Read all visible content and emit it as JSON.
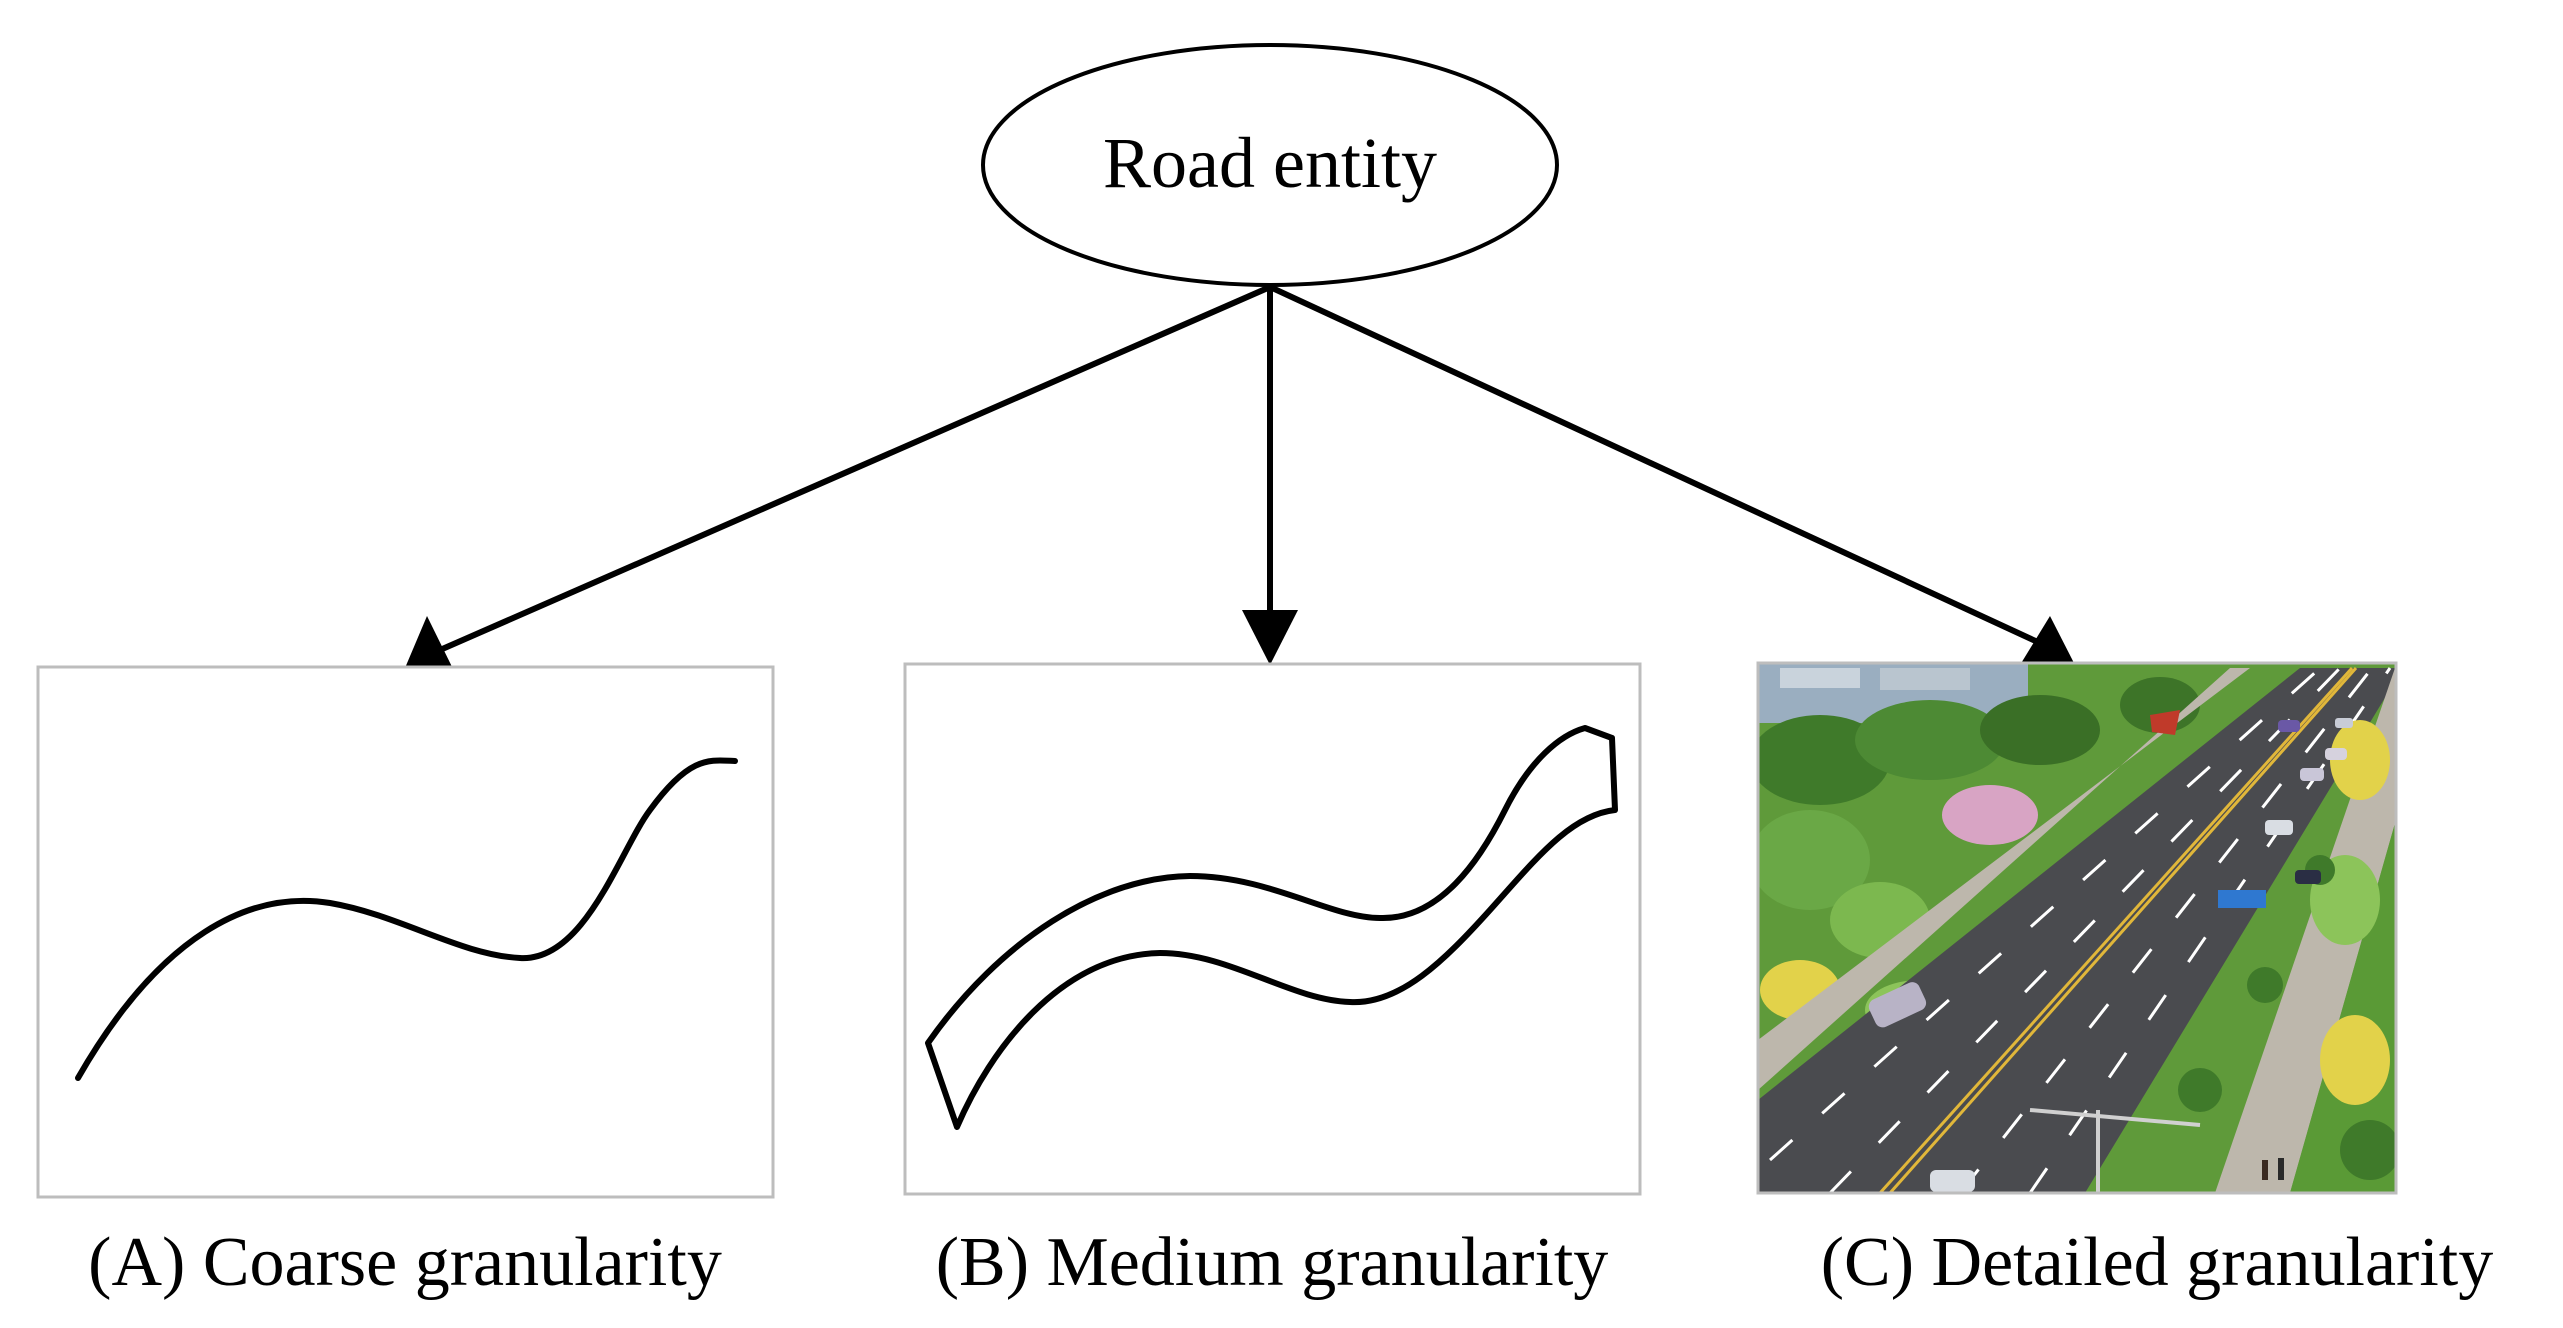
{
  "root": {
    "label": "Road entity"
  },
  "panels": [
    {
      "id": "A",
      "caption": "(A) Coarse granularity",
      "depiction": "centerline curve"
    },
    {
      "id": "B",
      "caption": "(B) Medium granularity",
      "depiction": "road polygon ribbon"
    },
    {
      "id": "C",
      "caption": "(C) Detailed granularity",
      "depiction": "realistic aerial road scene"
    }
  ],
  "colors": {
    "stroke": "#000000",
    "panel_border": "#bdbdbd",
    "asphalt": "#4a4b4f",
    "greenery": "#5f9a3a",
    "sidewalk": "#bdb7ac",
    "center_line": "#e1b73a",
    "sign": "#2f78d0"
  }
}
